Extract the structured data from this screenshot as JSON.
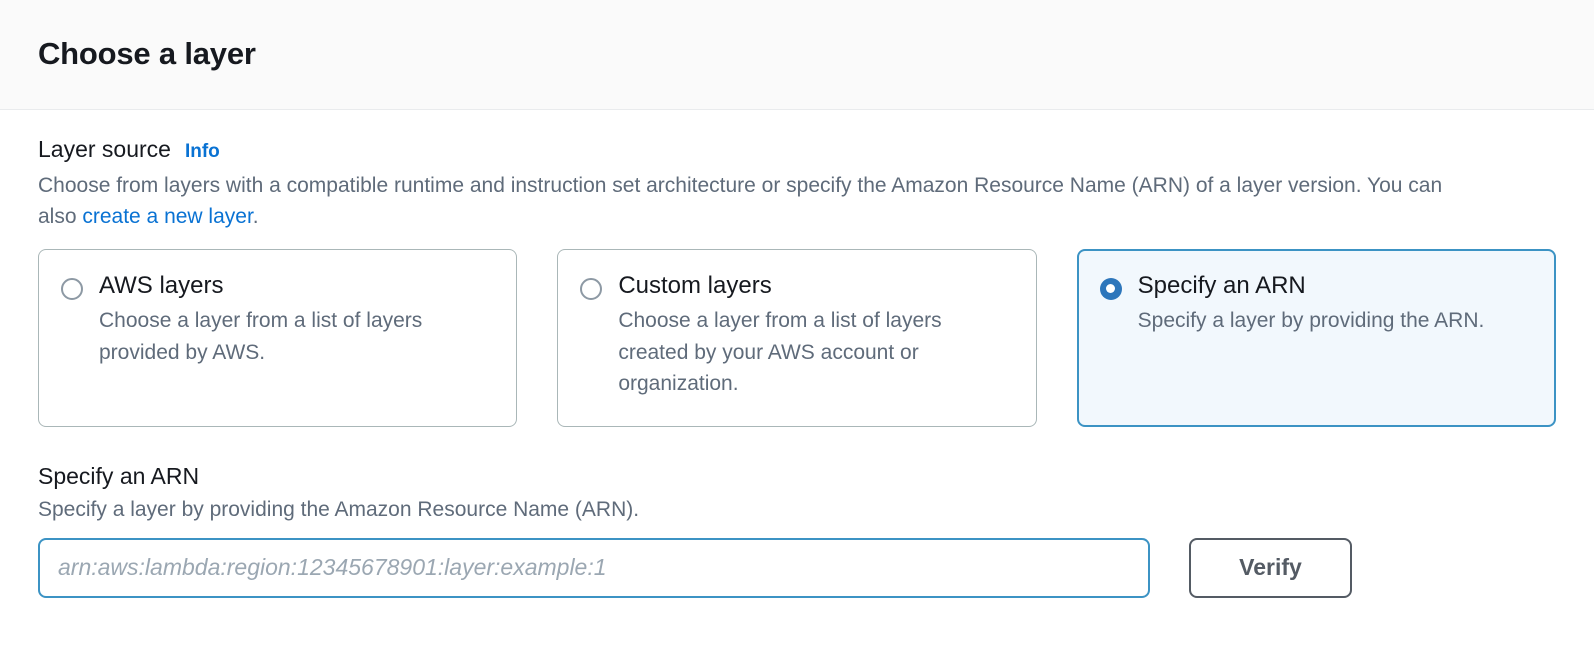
{
  "header": {
    "title": "Choose a layer"
  },
  "layer_source": {
    "label": "Layer source",
    "info_link": "Info",
    "description_part1": "Choose from layers with a compatible runtime and instruction set architecture or specify the Amazon Resource Name (ARN) of a layer version. You can also ",
    "description_link": "create a new layer",
    "description_part2": ".",
    "options": [
      {
        "title": "AWS layers",
        "description": "Choose a layer from a list of layers provided by AWS.",
        "selected": false
      },
      {
        "title": "Custom layers",
        "description": "Choose a layer from a list of layers created by your AWS account or organization.",
        "selected": false
      },
      {
        "title": "Specify an ARN",
        "description": "Specify a layer by providing the ARN.",
        "selected": true
      }
    ]
  },
  "arn_section": {
    "title": "Specify an ARN",
    "description": "Specify a layer by providing the Amazon Resource Name (ARN).",
    "input_value": "",
    "input_placeholder": "arn:aws:lambda:region:12345678901:layer:example:1",
    "verify_label": "Verify"
  },
  "colors": {
    "accent_blue": "#0972d3",
    "selected_border": "#3c93c4",
    "selected_background": "#f2f8fd",
    "radio_checked": "#2d76bb",
    "text_primary": "#16191f",
    "text_secondary": "#5f6b7a",
    "button_border": "#545b64"
  }
}
